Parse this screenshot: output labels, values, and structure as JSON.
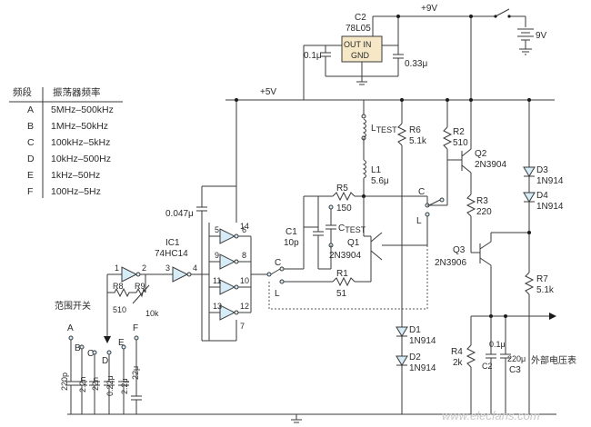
{
  "supply": {
    "v9_rail": "+9V",
    "v5_rail": "+5V",
    "battery": "9V",
    "regulator_ref": "C2",
    "regulator_part": "78L05",
    "regulator_pins": "OUT IN",
    "regulator_gnd": "GND",
    "cap_in": "0.1μ",
    "cap_out": "0.33μ"
  },
  "table": {
    "headers": [
      "频段",
      "振荡器频率"
    ],
    "rows": [
      {
        "band": "A",
        "freq": "5MHz–500kHz"
      },
      {
        "band": "B",
        "freq": "1MHz–50kHz"
      },
      {
        "band": "C",
        "freq": "100kHz–5kHz"
      },
      {
        "band": "D",
        "freq": "10kHz–500Hz"
      },
      {
        "band": "E",
        "freq": "1kHz–50Hz"
      },
      {
        "band": "F",
        "freq": "100Hz–5Hz"
      }
    ]
  },
  "labels": {
    "cap_047": "0.047μ",
    "ic1": "IC1",
    "ic1_part": "74HC14",
    "range_switch": "范围开关",
    "r8": "R8",
    "r8_val": "510",
    "r9": "R9",
    "r9_val": "10k",
    "pin1": "1",
    "pin2": "2",
    "pin3": "3",
    "pin4": "4",
    "pin5": "5",
    "pin6": "6",
    "pin8": "8",
    "pin9": "9",
    "pin10": "10",
    "pin11": "11",
    "pin12": "12",
    "pin13": "13",
    "pin14": "14",
    "pin7": "7",
    "sw_c": "C",
    "sw_l": "L",
    "sw2_c": "C",
    "sw2_l": "L",
    "c1": "C1",
    "c1_val": "10p",
    "ctest": "C",
    "ctest_sub": "TEST",
    "r5": "R5",
    "r5_val": "150",
    "r1": "R1",
    "r1_val": "51",
    "q1": "Q1",
    "q1_part": "2N3904",
    "ltest": "L",
    "ltest_sub": "TEST",
    "l1": "L1",
    "l1_val": "5.6μ",
    "r6": "R6",
    "r6_val": "5.1k",
    "r2": "R2",
    "r2_val": "510",
    "q2": "Q2",
    "q2_part": "2N3904",
    "r3": "R3",
    "r3_val": "220",
    "q3": "Q3",
    "q3_part": "2N3906",
    "d3": "D3",
    "d3_part": "1N914",
    "d4": "D4",
    "d4_part": "1N914",
    "r7": "R7",
    "r7_val": "5.1k",
    "d1": "D1",
    "d1_part": "1N914",
    "d2": "D2",
    "d2_part": "1N914",
    "r4": "R4",
    "r4_val": "2k",
    "c2b_val": "0.1μ",
    "c2b": "C2",
    "c3": "C3",
    "c3_val": "220μ",
    "meter": "外部电压表",
    "band_a": "A",
    "band_b": "B",
    "band_c": "C",
    "band_d": "D",
    "band_e": "E",
    "band_f": "F",
    "cap_a": "220p",
    "cap_b": "2.2n",
    "cap_c": "22n",
    "cap_d": "0.22μ",
    "cap_e": "2.2μ",
    "cap_f": "22μ",
    "watermark": "www.elecfans.com"
  }
}
